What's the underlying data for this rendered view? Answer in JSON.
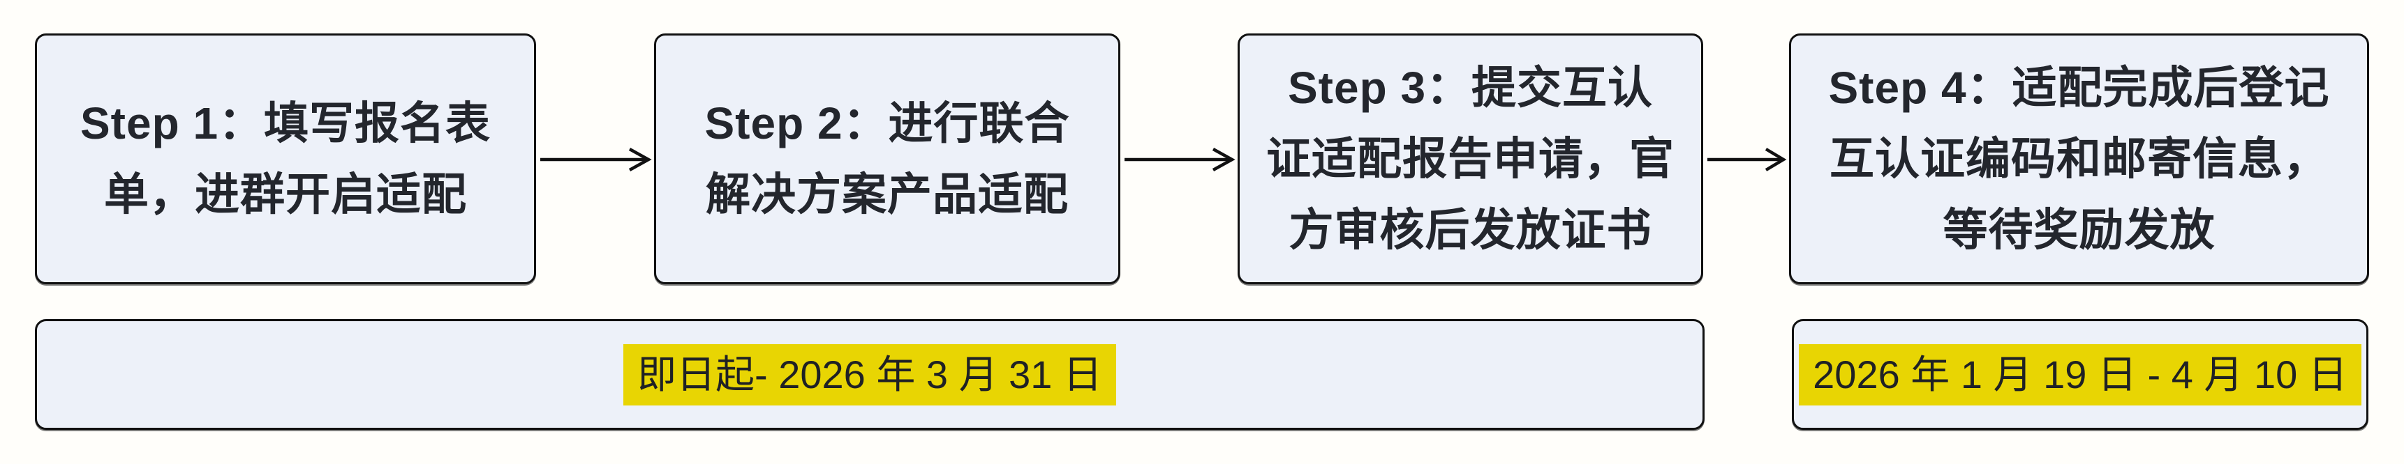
{
  "flow": {
    "steps": [
      {
        "text": "Step 1：填写报名表\n单，进群开启适配"
      },
      {
        "text": "Step 2：进行联合\n解决方案产品适配"
      },
      {
        "text": "Step 3：提交互认\n证适配报告申请，官\n方审核后发放证书"
      },
      {
        "text": "Step 4：适配完成后登记\n互认证编码和邮寄信息，\n等待奖励发放"
      }
    ]
  },
  "timelines": {
    "steps_1_to_3": "即日起- 2026 年 3 月 31 日",
    "step_4": "2026 年 1 月 19 日 - 4 月 10 日"
  },
  "colors": {
    "page_bg": "#fffefa",
    "box_fill": "#edf1f9",
    "box_border": "#111111",
    "step_text": "#23262d",
    "date_text": "#1f2125",
    "highlight": "#e8d503",
    "arrow": "#111111"
  }
}
